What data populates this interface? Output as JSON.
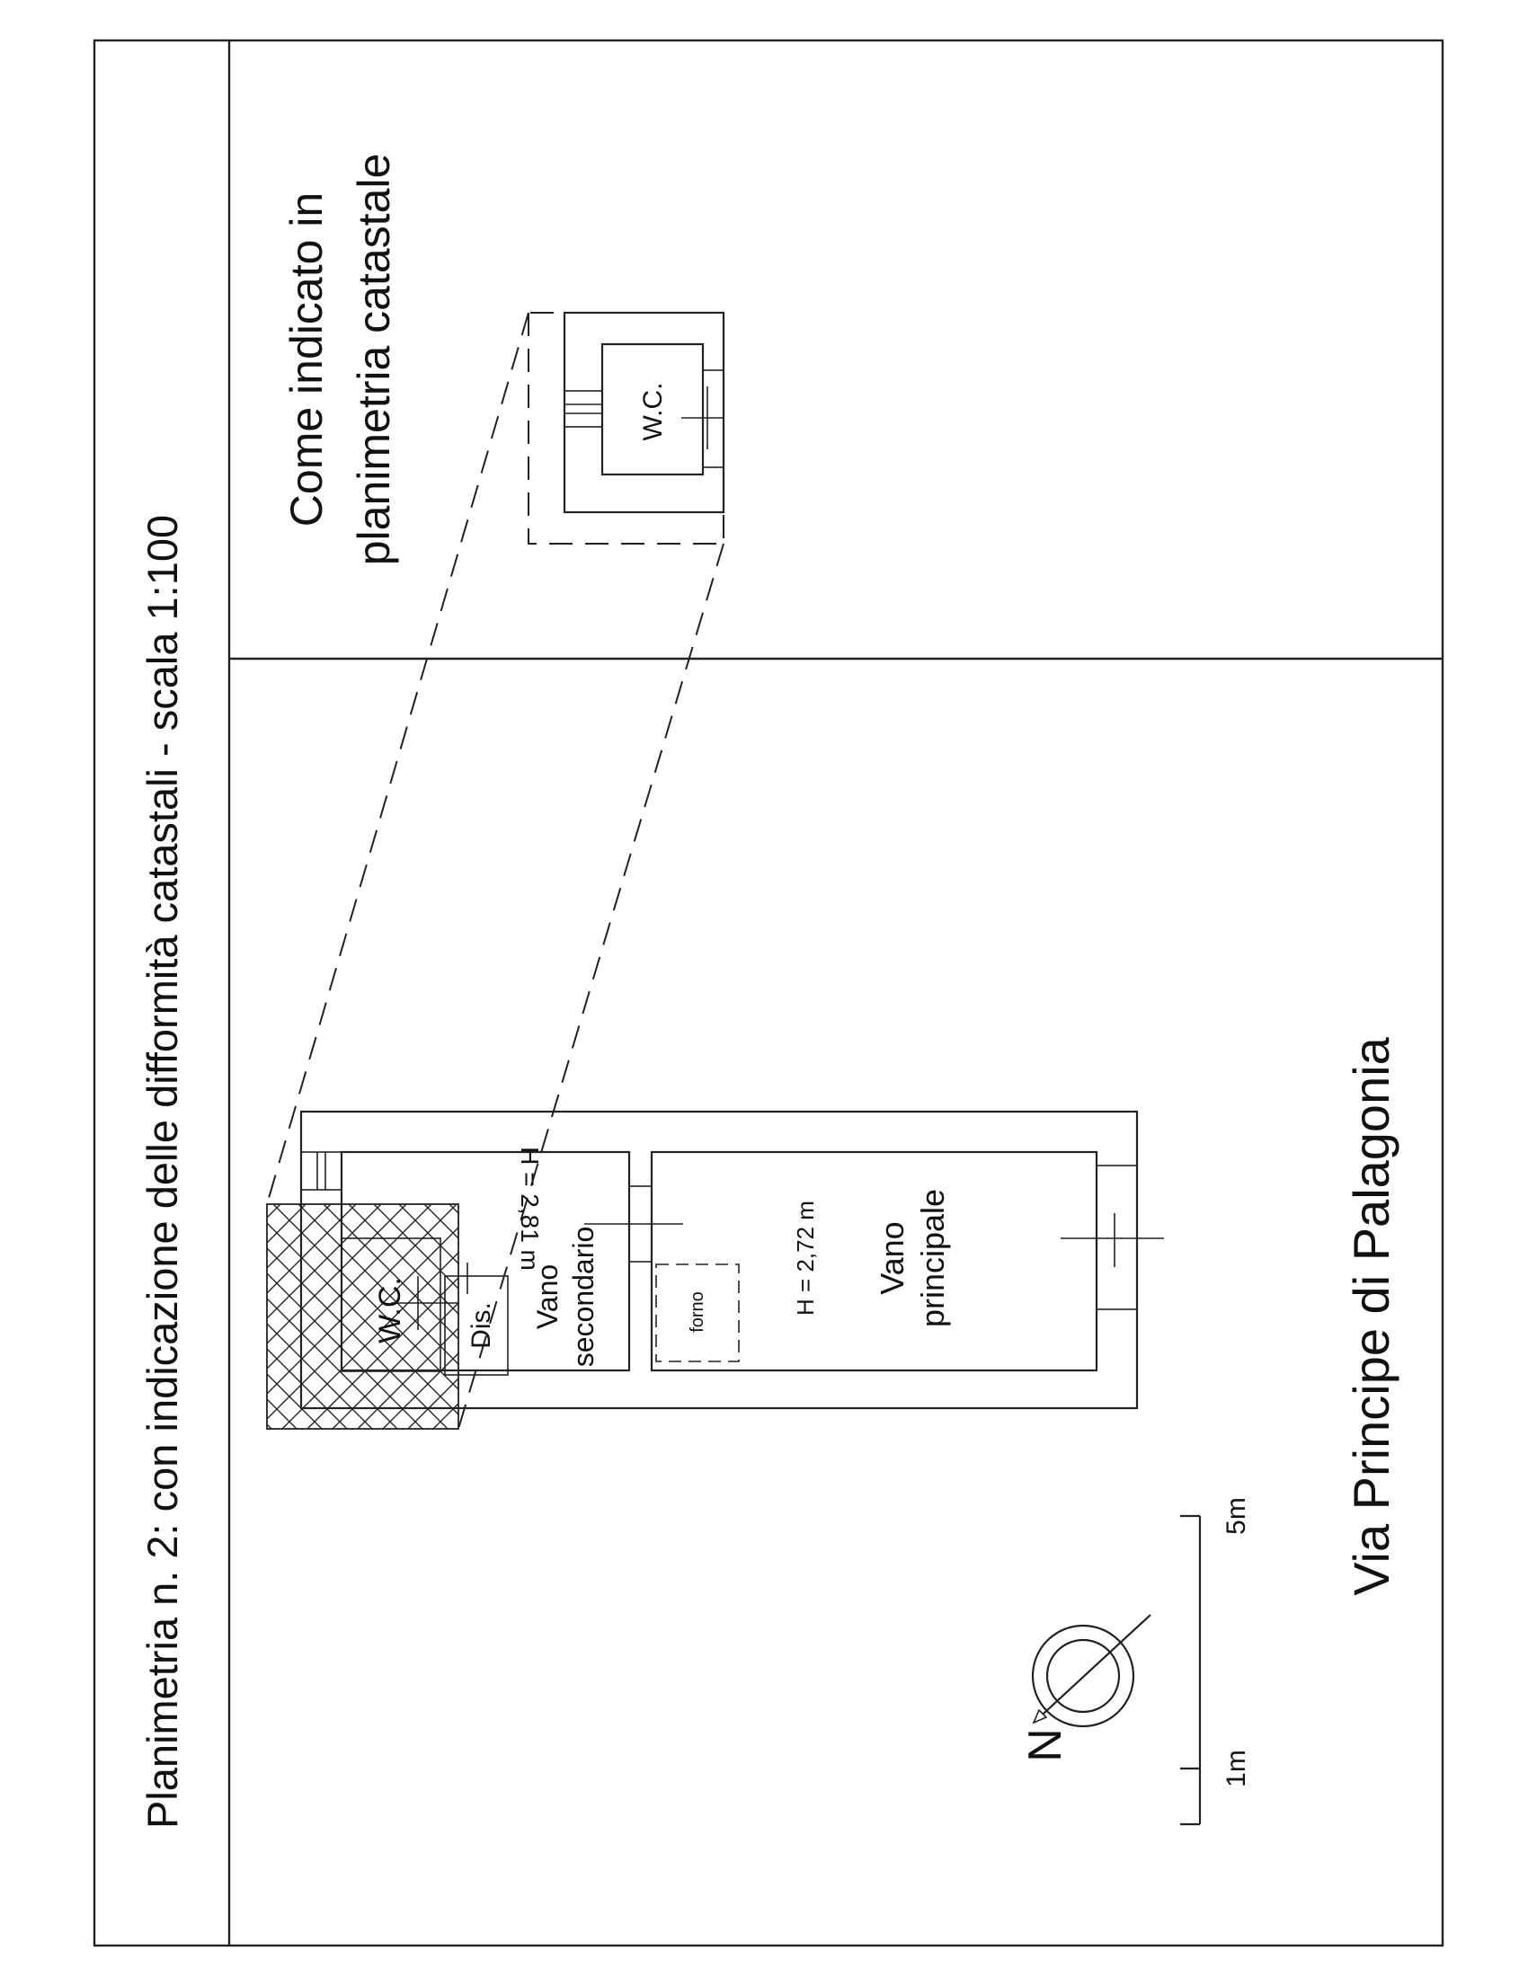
{
  "title": "Planimetria n. 2: con indicazione delle difformità catastali - scala 1:100",
  "cadastral_note": {
    "line1": "Come indicato in",
    "line2": "planimetria catastale"
  },
  "detail_label": "W.C.",
  "rooms": {
    "wc": "W.C.",
    "dis": "Dis.",
    "vano_secondario_line1": "Vano",
    "vano_secondario_line2": "secondario",
    "vano_principale_line1": "Vano",
    "vano_principale_line2": "principale",
    "forno": "forno",
    "height_main": "H = 2,72 m",
    "height_secondary": "H = 2,81 m"
  },
  "street": "Via Principe di Palagonia",
  "north": "N",
  "scale_bar": {
    "label_start": "1m",
    "label_end": "5m"
  },
  "colors": {
    "ink": "#222222",
    "background": "#ffffff"
  }
}
